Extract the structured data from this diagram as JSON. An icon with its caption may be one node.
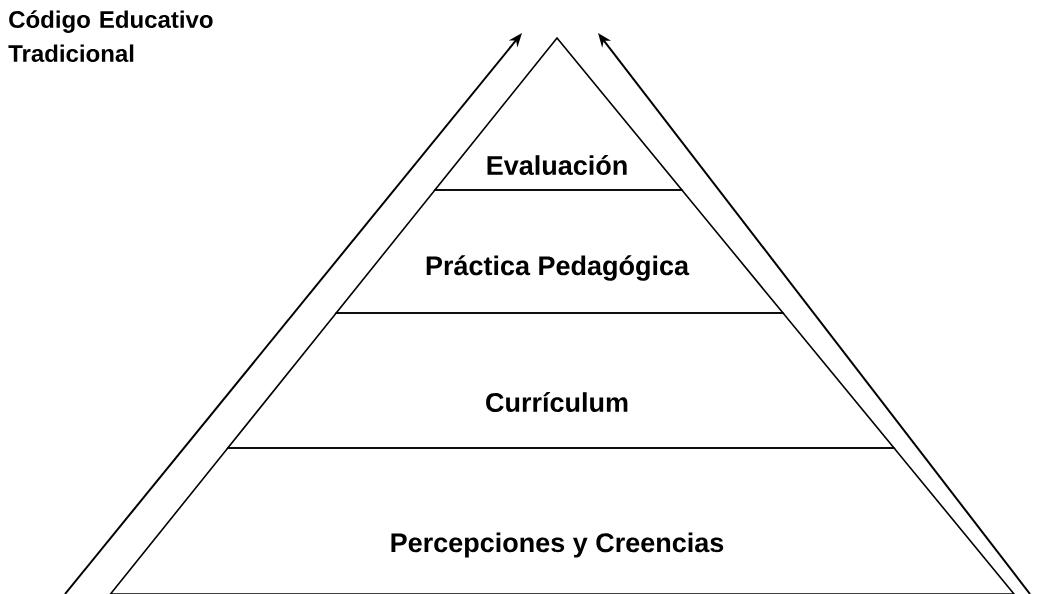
{
  "diagram": {
    "title": "Código Educativo Tradicional",
    "nodes": [
      {
        "text": [
          "Evaluación"
        ]
      },
      {
        "text": [
          "Práctica Pedagógica"
        ]
      },
      {
        "text": [
          "Currículum"
        ]
      },
      {
        "text": [
          "Percepciones y Creencias"
        ]
      }
    ]
  }
}
